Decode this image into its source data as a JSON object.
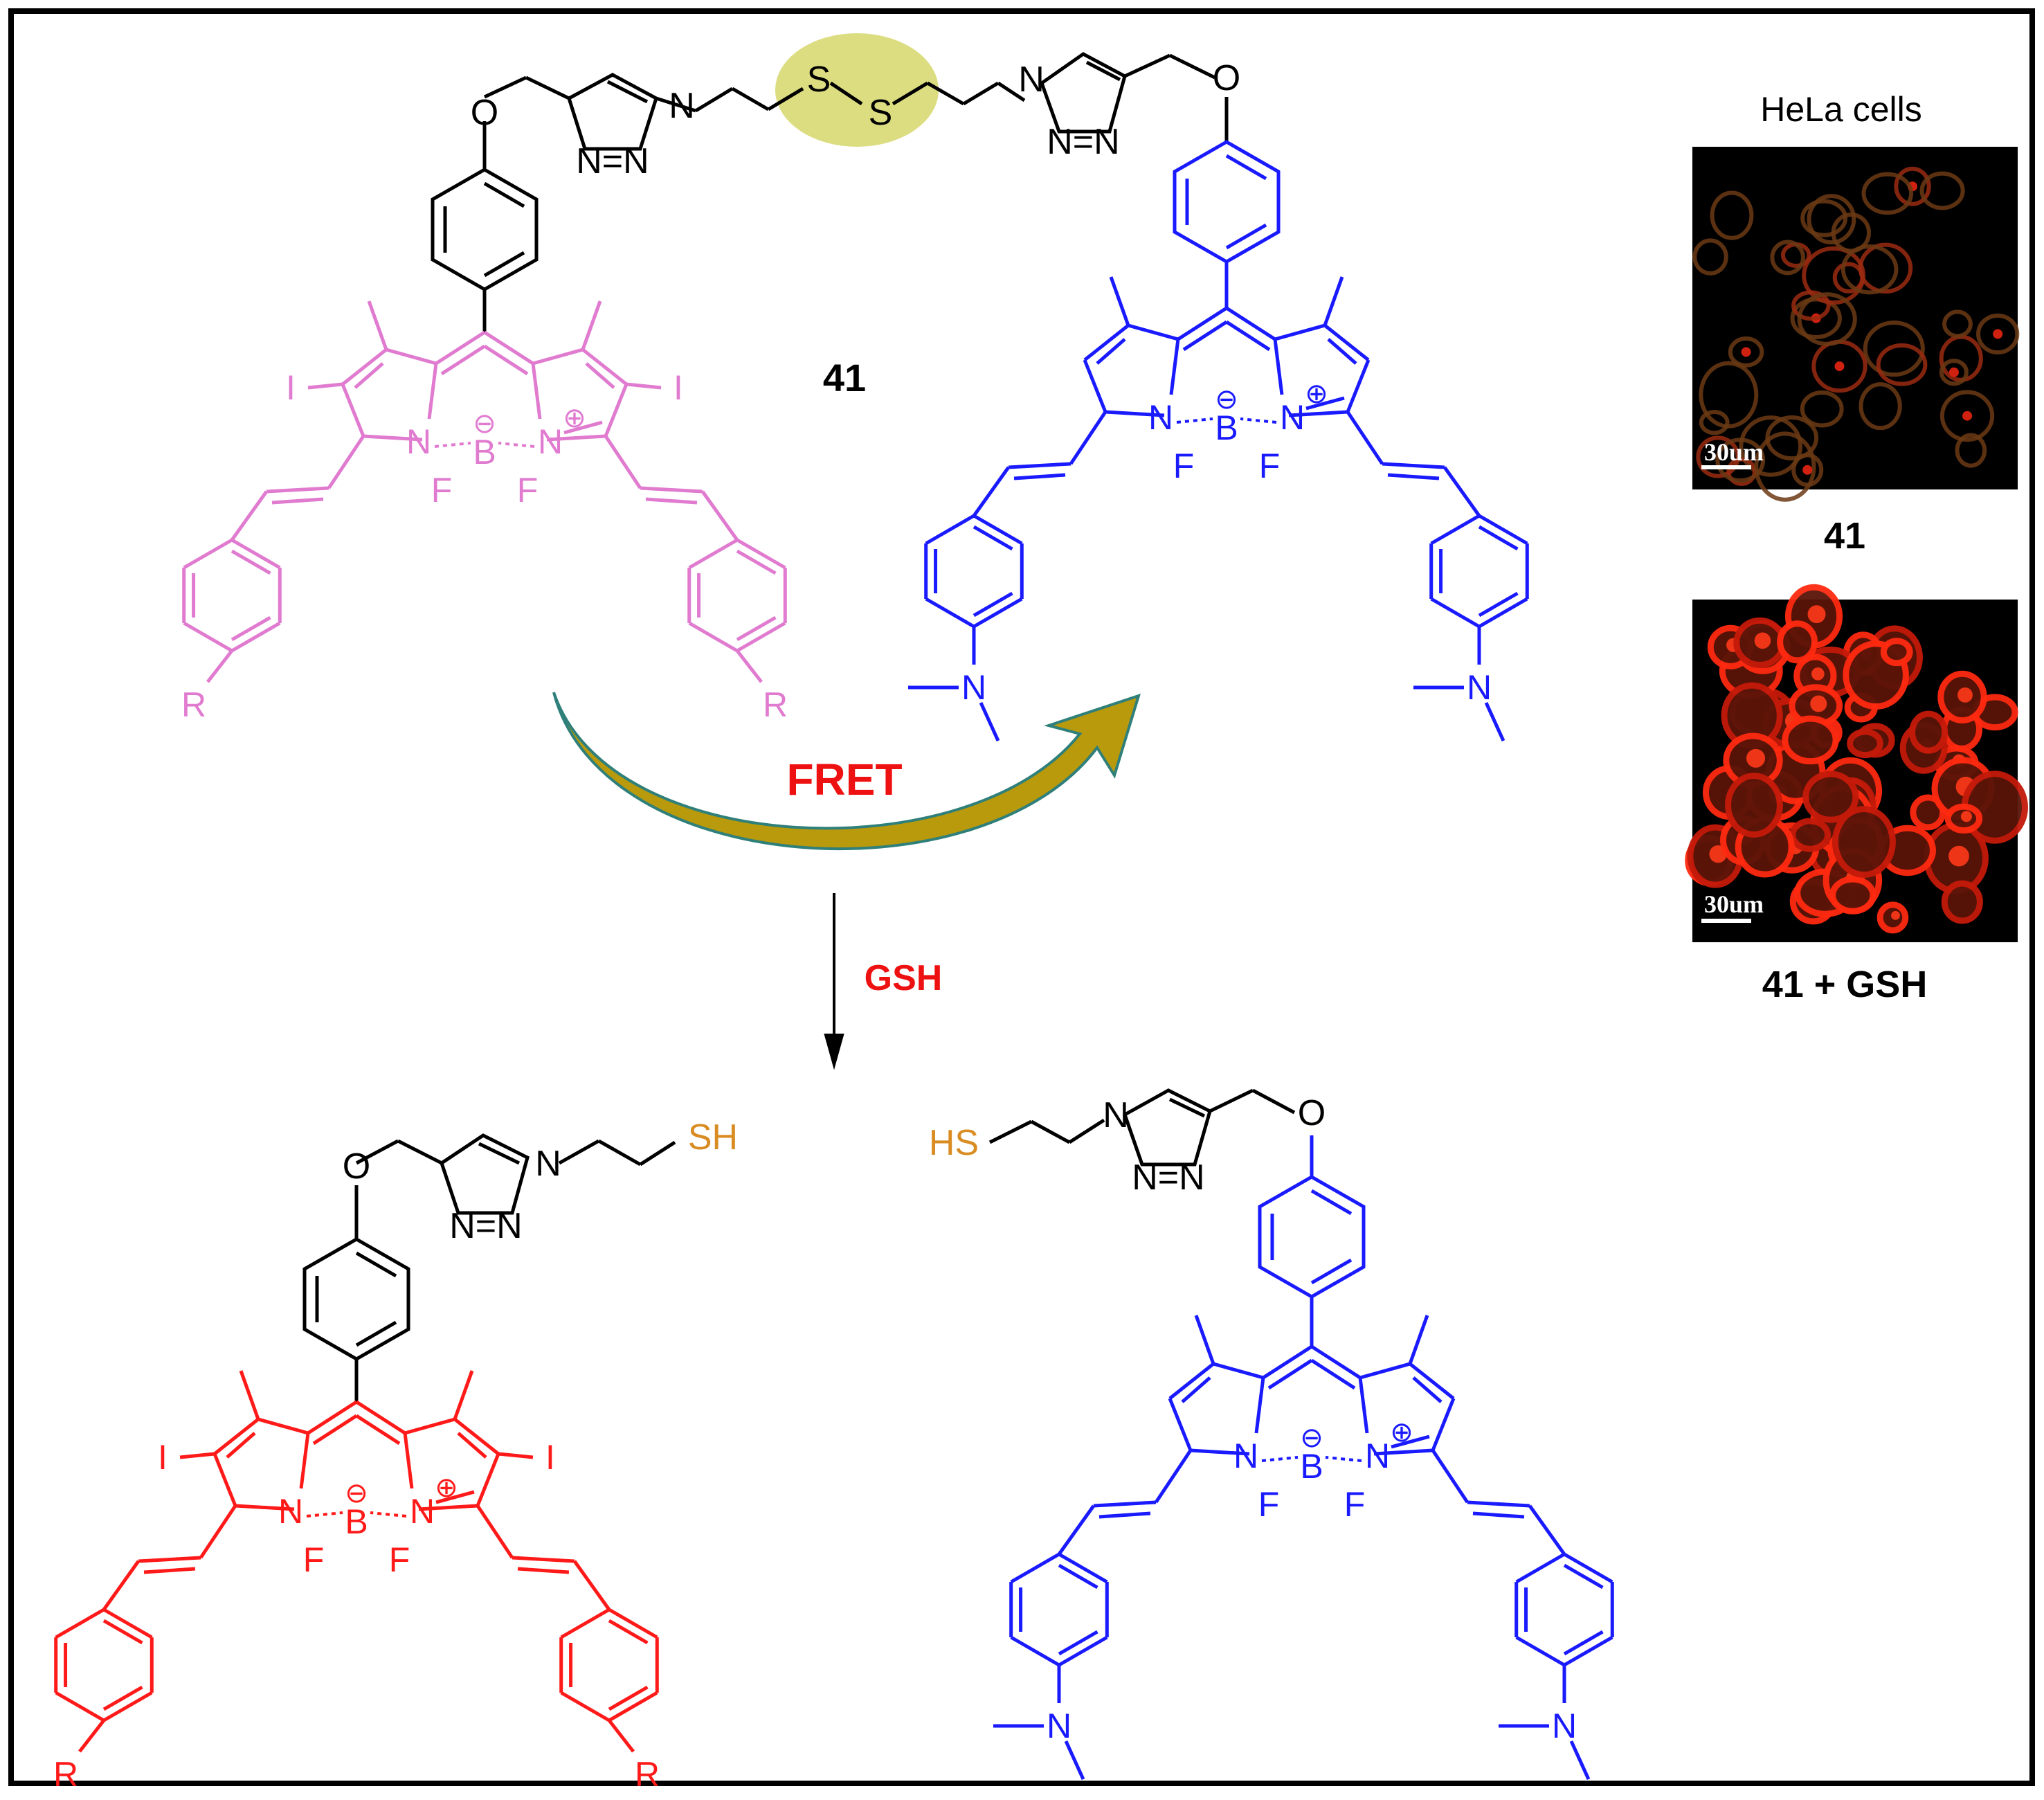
{
  "colors": {
    "frame": "#000000",
    "donor": "#e07bd0",
    "acceptor": "#1a1aff",
    "released_donor": "#ff1a1a",
    "linker": "#000000",
    "thiol": "#d98c22",
    "disulfide_highlight": "#d6d66a",
    "fret_label": "#ee1111",
    "gsh_label": "#ee1111",
    "arrow_fill": "#b89a0c",
    "arrow_edge": "#2f7f7a"
  },
  "compound_label": "41",
  "fret_label": "FRET",
  "gsh_label": "GSH",
  "panel": {
    "title": "HeLa cells",
    "image1_caption": "41",
    "image2_caption": "41 + GSH",
    "scale_bar_1": "30um",
    "scale_bar_2": "30um"
  },
  "atoms": {
    "N": "N",
    "B": "B",
    "F": "F",
    "I": "I",
    "O": "O",
    "S": "S",
    "R": "R",
    "SH": "SH",
    "HS": "HS",
    "NNN": "N=N",
    "minus": "⊖",
    "plus": "⊕"
  }
}
